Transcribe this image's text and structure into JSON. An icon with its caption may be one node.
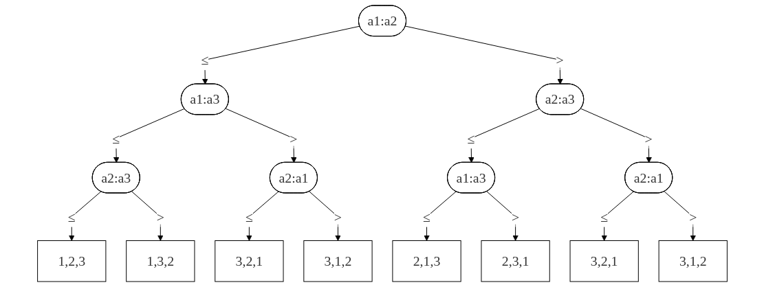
{
  "diagram": {
    "nodes": [
      {
        "text": [
          "a1:a2"
        ]
      },
      {
        "text": [
          "a1:a3"
        ]
      },
      {
        "text": [
          "a2:a3"
        ]
      },
      {
        "text": [
          "a2:a3"
        ]
      },
      {
        "text": [
          "a2:a1"
        ]
      },
      {
        "text": [
          "a1:a3"
        ]
      },
      {
        "text": [
          "a2:a1"
        ]
      },
      {
        "text": [
          "1,2,3"
        ]
      },
      {
        "text": [
          "1,3,2"
        ]
      },
      {
        "text": [
          "3,2,1"
        ]
      },
      {
        "text": [
          "3,1,2"
        ]
      },
      {
        "text": [
          "2,1,3"
        ]
      },
      {
        "text": [
          "2,3,1"
        ]
      },
      {
        "text": [
          "3,2,1"
        ]
      },
      {
        "text": [
          "3,1,2"
        ]
      }
    ],
    "edges": [
      {
        "from": 0,
        "to": 1,
        "arrow": "to",
        "label": "≤"
      },
      {
        "from": 0,
        "to": 2,
        "arrow": "to",
        "label": ">"
      },
      {
        "from": 1,
        "to": 3,
        "arrow": "to",
        "label": "≤"
      },
      {
        "from": 1,
        "to": 4,
        "arrow": "to",
        "label": ">"
      },
      {
        "from": 2,
        "to": 5,
        "arrow": "to",
        "label": "≤"
      },
      {
        "from": 2,
        "to": 6,
        "arrow": "to",
        "label": ">"
      },
      {
        "from": 3,
        "to": 7,
        "arrow": "to",
        "label": "≤"
      },
      {
        "from": 3,
        "to": 8,
        "arrow": "to",
        "label": ">"
      },
      {
        "from": 4,
        "to": 9,
        "arrow": "to",
        "label": "≤"
      },
      {
        "from": 4,
        "to": 10,
        "arrow": "to",
        "label": ">"
      },
      {
        "from": 5,
        "to": 11,
        "arrow": "to",
        "label": "≤"
      },
      {
        "from": 5,
        "to": 12,
        "arrow": "to",
        "label": ">"
      },
      {
        "from": 6,
        "to": 13,
        "arrow": "to",
        "label": "≤"
      },
      {
        "from": 6,
        "to": 14,
        "arrow": "to",
        "label": ">"
      }
    ]
  }
}
